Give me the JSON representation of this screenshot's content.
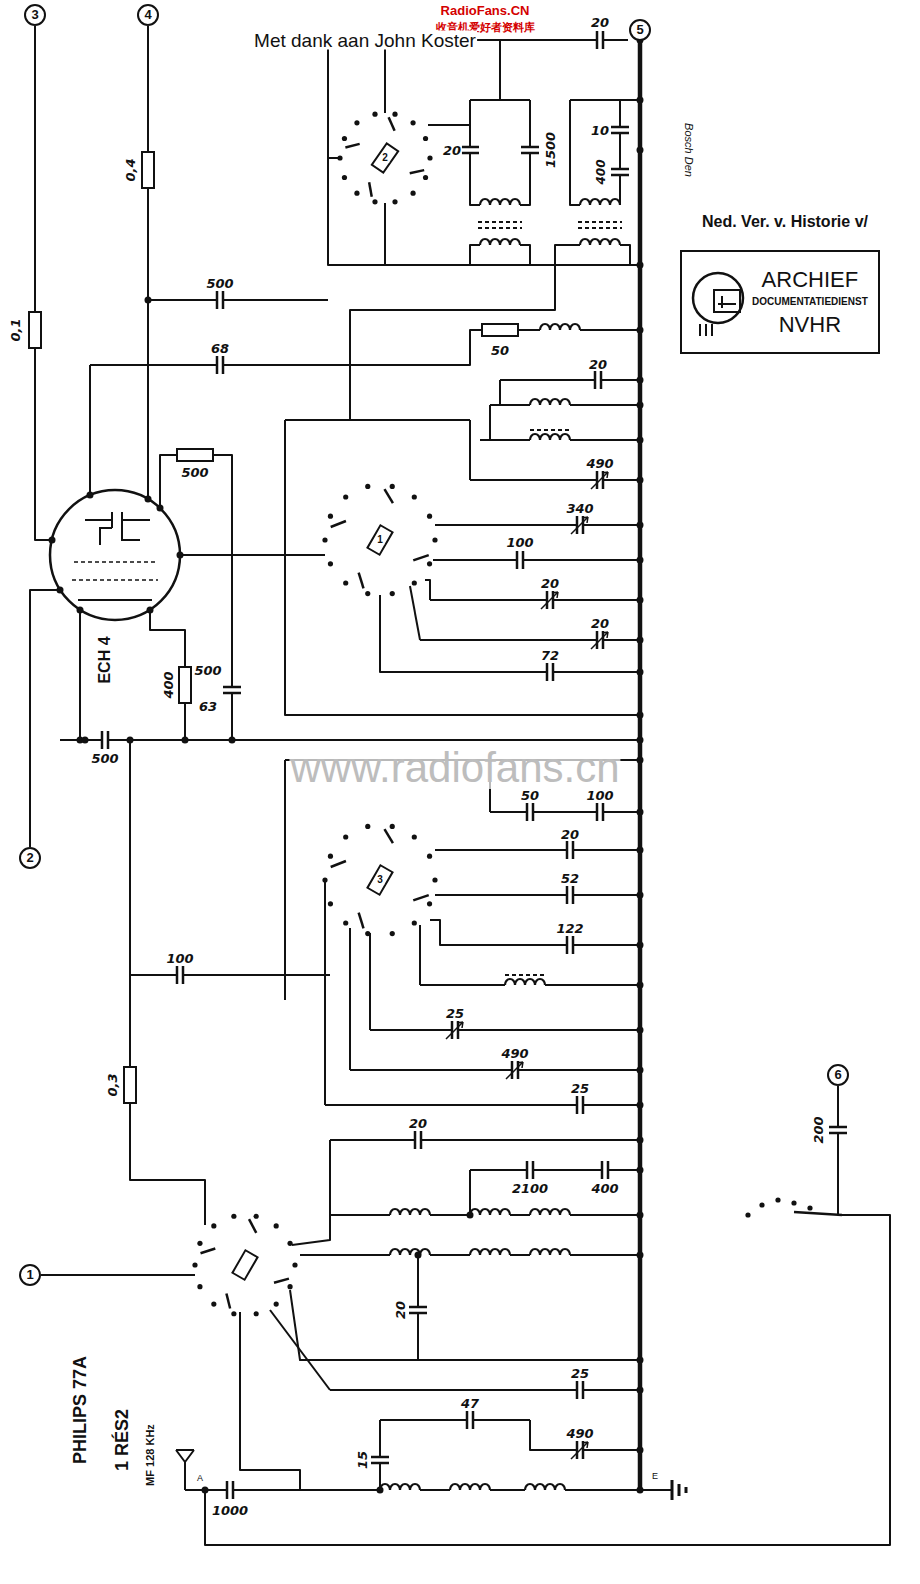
{
  "diagram": {
    "nodes": [
      {
        "text": [
          "3"
        ]
      },
      {
        "text": [
          "4"
        ]
      },
      {
        "text": [
          "5"
        ]
      },
      {
        "text": [
          "ARCHIEF",
          "DOCUMENTATIEDIENST",
          "NVHR"
        ]
      },
      {
        "text": [
          "2"
        ]
      },
      {
        "text": [
          "6"
        ]
      },
      {
        "text": [
          "1"
        ]
      }
    ],
    "labels": [
      "RadioFans.CN",
      "收音机爱好者资料库",
      "Met dank aan John Koster",
      "Ned. Ver. v. Historie v/",
      "Bosch Den",
      "www.radiofans.cn",
      "0,1",
      "0,4",
      "20",
      "20",
      "1500",
      "10",
      "400",
      "500",
      "68",
      "50",
      "20",
      "490",
      "340",
      "100",
      "20",
      "20",
      "72",
      "500",
      "400",
      "500",
      "63",
      "ECH 4",
      "500",
      "50",
      "100",
      "20",
      "52",
      "122",
      "25",
      "490",
      "25",
      "100",
      "0,3",
      "20",
      "2100",
      "400",
      "20",
      "25",
      "47",
      "490",
      "15",
      "1000",
      "200",
      "PHILIPS 77A",
      "1 RÉS2",
      "MF 128 KHz",
      "A",
      "E",
      "1",
      "2",
      "3"
    ]
  }
}
